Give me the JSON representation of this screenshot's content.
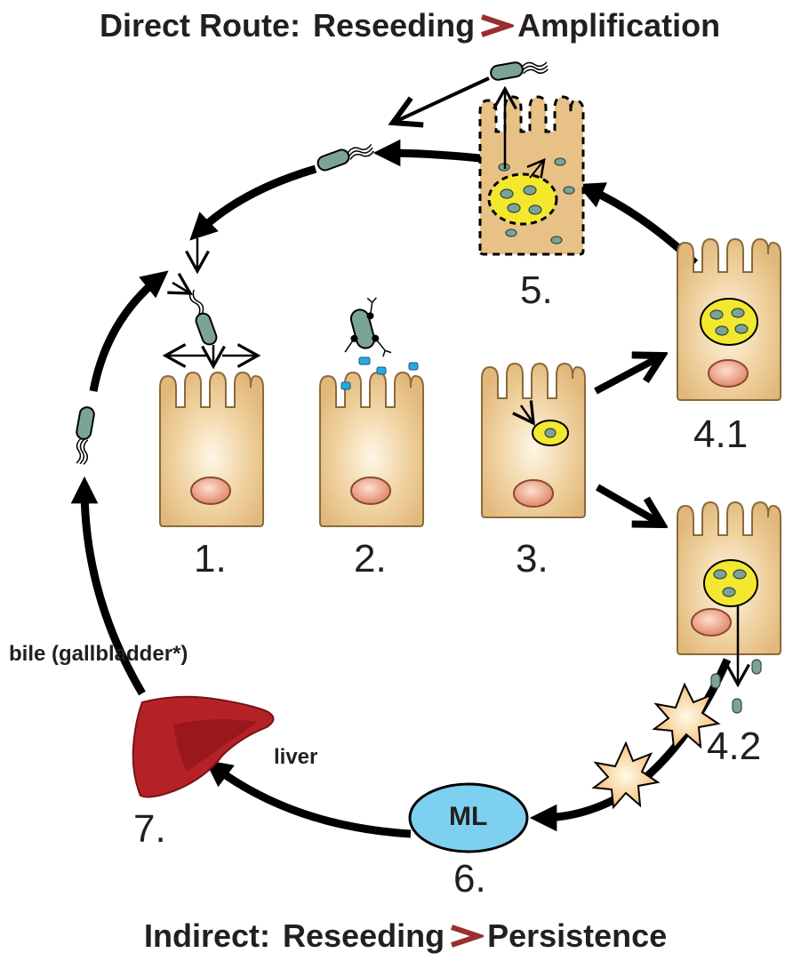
{
  "title_top": {
    "left": "Direct Route:",
    "mid": "Reseeding",
    "right": "Amplification"
  },
  "title_bottom": {
    "left": "Indirect:",
    "mid": "Reseeding",
    "right": "Persistence"
  },
  "steps": {
    "s1": "1.",
    "s2": "2.",
    "s3": "3.",
    "s41": "4.1",
    "s42": "4.2",
    "s5": "5.",
    "s6": "6.",
    "s7": "7."
  },
  "labels": {
    "bile": "bile (gallbladder*)",
    "liver": "liver",
    "ml": "ML"
  },
  "colors": {
    "cell": "#e8c187",
    "cell_outline": "#8a6a3c",
    "nucleus": "#e79a7a",
    "vacuole": "#f3e82e",
    "bacterium": "#7ba497",
    "ml_node": "#7dd0f0",
    "liver": "#b52226",
    "phagocyte": "#f7c57a",
    "chevron": "#9b2f30",
    "arrow": "#000000"
  }
}
